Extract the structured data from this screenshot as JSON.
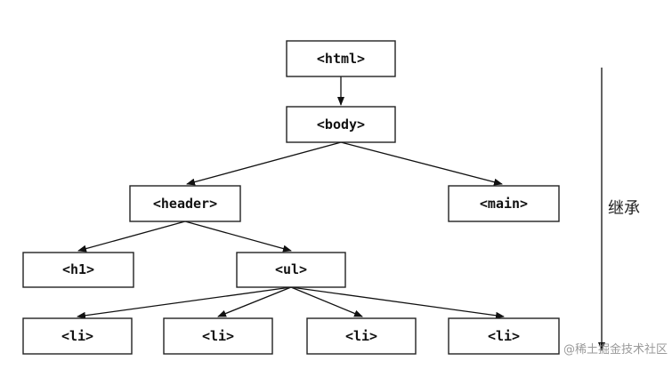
{
  "nodes": {
    "html": "<html>",
    "body": "<body>",
    "header": "<header>",
    "main": "<main>",
    "h1": "<h1>",
    "ul": "<ul>",
    "li_1": "<li>",
    "li_2": "<li>",
    "li_3": "<li>",
    "li_4": "<li>"
  },
  "side_label": "继承",
  "watermark": "@稀土掘金技术社区",
  "colors": {
    "box_border": "#222222",
    "edge": "#111111",
    "background": "#ffffff"
  }
}
